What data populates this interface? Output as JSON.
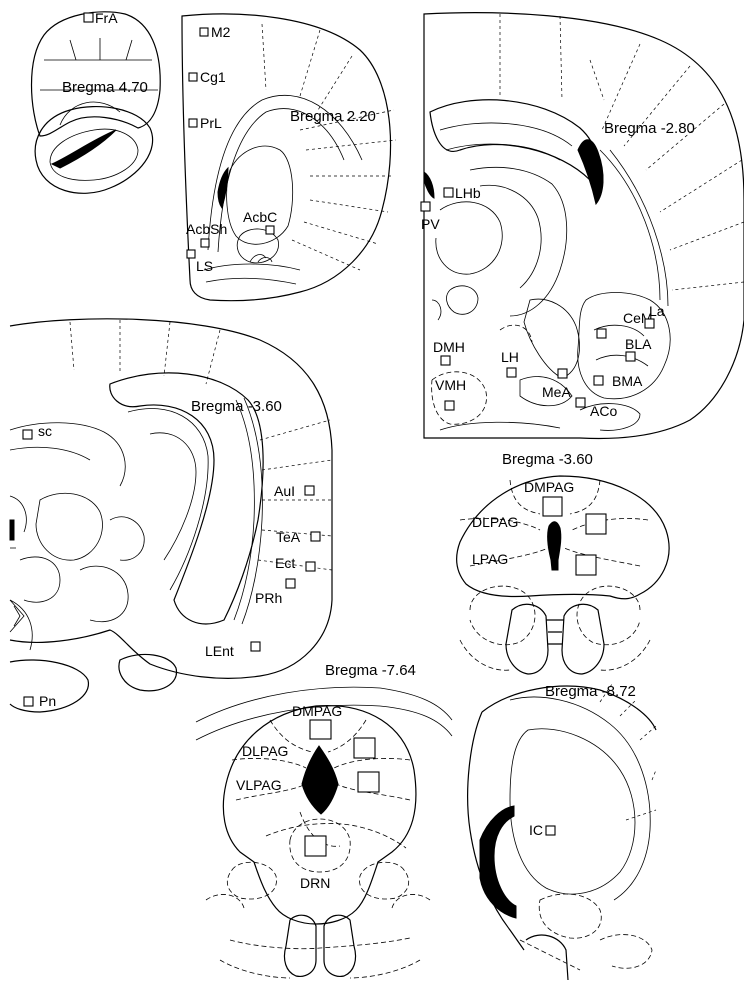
{
  "panels": [
    {
      "bregma": "Bregma 4.70",
      "labels": [
        "FrA"
      ]
    },
    {
      "bregma": "Bregma 2.20",
      "labels": [
        "M2",
        "Cg1",
        "PrL",
        "AcbC",
        "AcbSh",
        "LS"
      ]
    },
    {
      "bregma": "Bregma -2.80",
      "labels": [
        "LHb",
        "PV",
        "CeM",
        "La",
        "BLA",
        "DMH",
        "LH",
        "VMH",
        "MeA",
        "BMA",
        "ACo"
      ]
    },
    {
      "bregma": "Bregma -3.60",
      "labels": [
        "sc",
        "AuI",
        "TeA",
        "Ect",
        "PRh",
        "LEnt",
        "Pn"
      ]
    },
    {
      "bregma": "Bregma -3.60",
      "labels": [
        "DMPAG",
        "DLPAG",
        "LPAG"
      ]
    },
    {
      "bregma": "Bregma -7.64",
      "labels": [
        "DMPAG",
        "DLPAG",
        "VLPAG",
        "DRN"
      ]
    },
    {
      "bregma": "Bregma -8.72",
      "labels": [
        "IC"
      ]
    }
  ]
}
